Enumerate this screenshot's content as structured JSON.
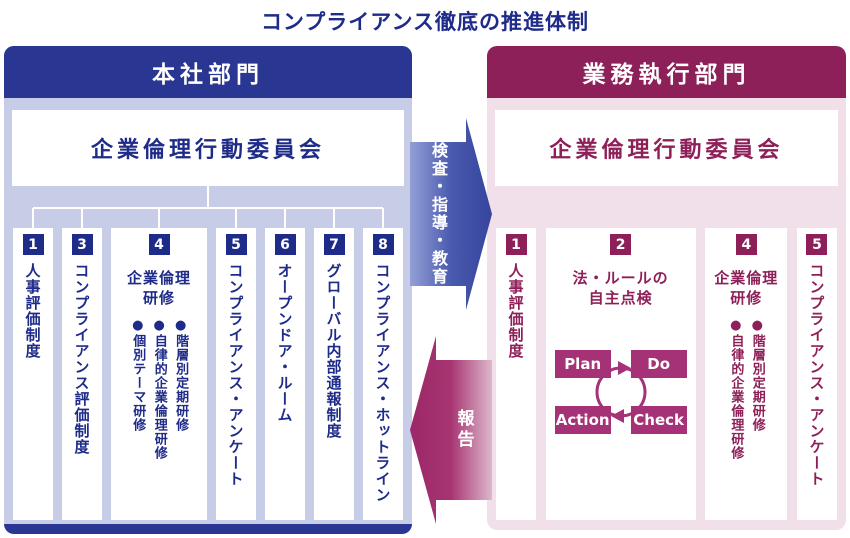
{
  "title": "コンプライアンス徹底の推進体制",
  "left_panel": {
    "header": "本社部門",
    "committee": "企業倫理行動委員会",
    "columns": [
      {
        "number": "1",
        "label": "人事評価制度"
      },
      {
        "number": "3",
        "label": "コンプライアンス評価制度"
      },
      {
        "number": "4",
        "label": "企業倫理研修",
        "bullets": [
          "●階層別定期研修",
          "●自律的企業倫理研修",
          "●個別テーマ研修"
        ]
      },
      {
        "number": "5",
        "label": "コンプライアンス・アンケート"
      },
      {
        "number": "6",
        "label": "オープンドア・ルーム"
      },
      {
        "number": "7",
        "label": "グローバル内部通報制度"
      },
      {
        "number": "8",
        "label": "コンプライアンス・ホットライン"
      }
    ]
  },
  "right_panel": {
    "header": "業務執行部門",
    "committee": "企業倫理行動委員会",
    "columns": [
      {
        "number": "1",
        "label": "人事評価制度"
      },
      {
        "number": "2",
        "label": "法・ルールの自主点検",
        "pdca": {
          "plan": "Plan",
          "do": "Do",
          "check": "Check",
          "action": "Action"
        }
      },
      {
        "number": "4",
        "label": "企業倫理研修",
        "bullets": [
          "●階層別定期研修",
          "●自律的企業倫理研修"
        ]
      },
      {
        "number": "5",
        "label": "コンプライアンス・アンケート"
      }
    ]
  },
  "arrows": {
    "inspect": "検査・指導・教育",
    "report": "報告"
  },
  "colors": {
    "blue_dark": "#1e2b88",
    "blue_header": "#2a3792",
    "blue_panel_bg": "#c8cde7",
    "blue_arrow": "#4456a8",
    "magenta_dark": "#8e2059",
    "pink_panel_bg": "#f1dfe9",
    "magenta_accent": "#a53177"
  }
}
